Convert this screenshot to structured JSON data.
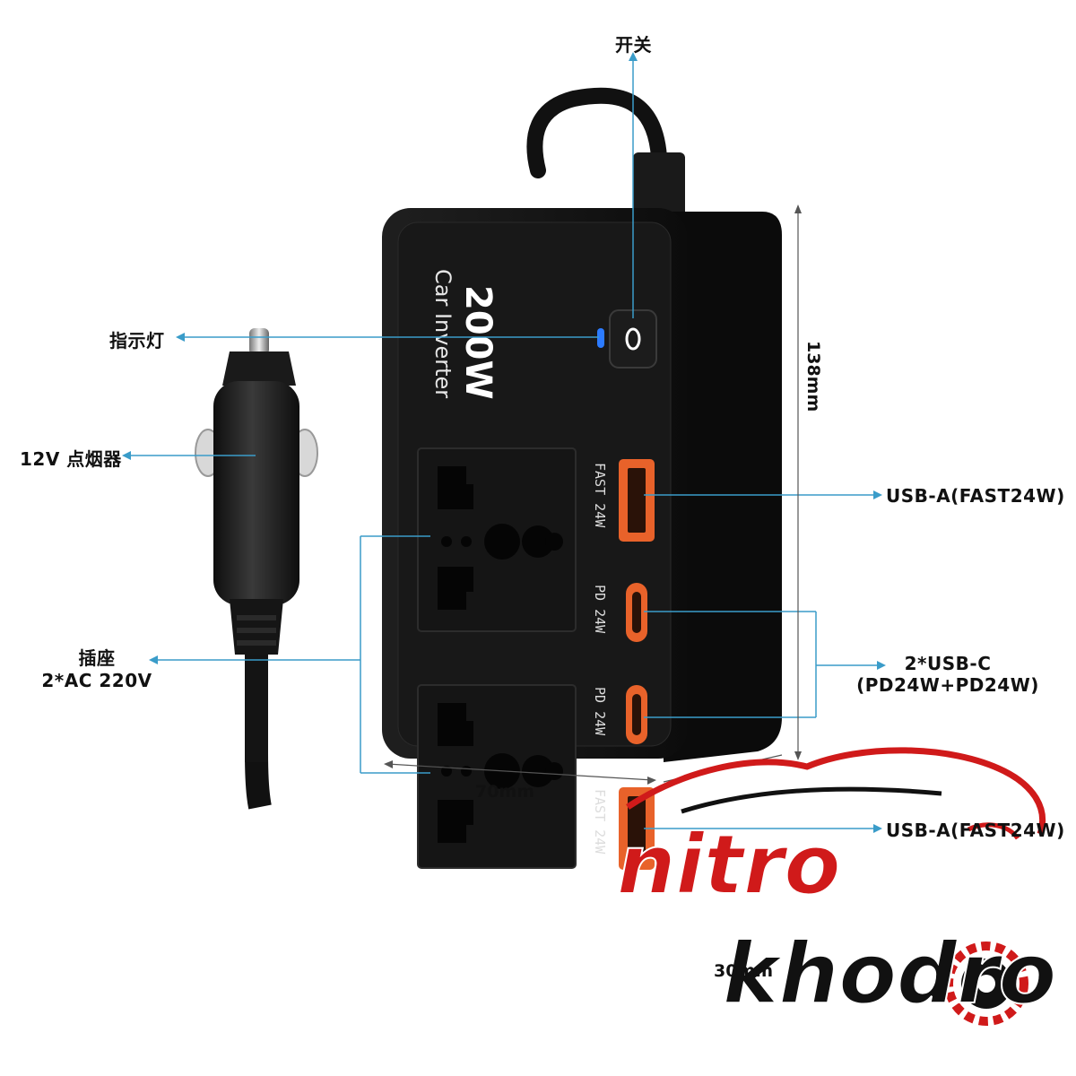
{
  "callouts": {
    "switch": "开关",
    "indicator": "指示灯",
    "lighter": "12V 点烟器",
    "socket_line1": "插座",
    "socket_line2": "2*AC 220V",
    "usb_a_top": "USB-A(FAST24W)",
    "usb_c_line1": "2*USB-C",
    "usb_c_line2": "(PD24W+PD24W)",
    "usb_a_bottom": "USB-A(FAST24W)"
  },
  "device": {
    "power_label": "200W",
    "product_label": "Car Inverter",
    "port_labels": [
      "FAST 24W",
      "PD 24W",
      "PD 24W",
      "FAST 24W"
    ]
  },
  "dimensions": {
    "height": "138mm",
    "width": "70mm",
    "depth": "30mm"
  },
  "watermark": {
    "line1": "nitro",
    "line2": "khodro"
  },
  "colors": {
    "leader_line": "#3a9cc9",
    "device_body": "#141414",
    "usb_a_orange": "#e8622a",
    "indicator_blue": "#2c7bff",
    "logo_red": "#d01a1a"
  }
}
